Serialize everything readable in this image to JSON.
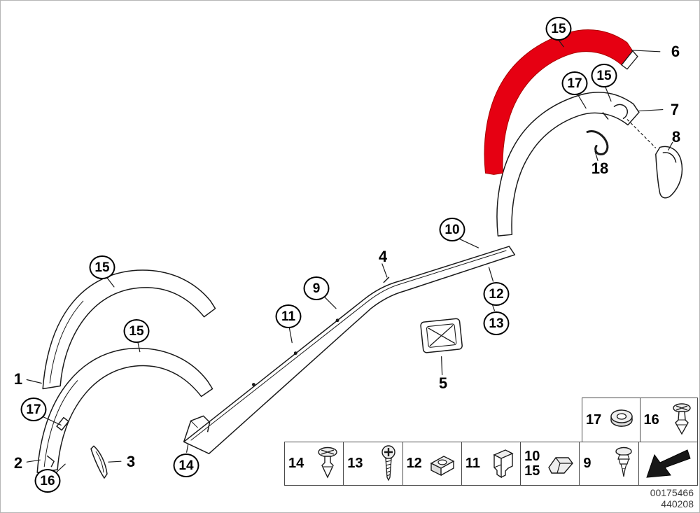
{
  "diagram": {
    "doc_number": "00175466",
    "sheet_number": "440208",
    "highlight_color": "#e60012",
    "line_color": "#1a1a1a"
  },
  "callouts": [
    {
      "label": "15",
      "shape": "circle"
    },
    {
      "label": "6",
      "shape": "plain"
    },
    {
      "label": "17",
      "shape": "circle"
    },
    {
      "label": "15",
      "shape": "circle"
    },
    {
      "label": "7",
      "shape": "plain"
    },
    {
      "label": "8",
      "shape": "plain"
    },
    {
      "label": "18",
      "shape": "plain"
    },
    {
      "label": "10",
      "shape": "circle"
    },
    {
      "label": "4",
      "shape": "plain"
    },
    {
      "label": "9",
      "shape": "circle"
    },
    {
      "label": "11",
      "shape": "circle"
    },
    {
      "label": "12",
      "shape": "circle"
    },
    {
      "label": "13",
      "shape": "circle"
    },
    {
      "label": "15",
      "shape": "circle"
    },
    {
      "label": "15",
      "shape": "circle"
    },
    {
      "label": "1",
      "shape": "plain"
    },
    {
      "label": "17",
      "shape": "circle"
    },
    {
      "label": "2",
      "shape": "plain"
    },
    {
      "label": "16",
      "shape": "circle"
    },
    {
      "label": "3",
      "shape": "plain"
    },
    {
      "label": "14",
      "shape": "circle"
    },
    {
      "label": "5",
      "shape": "plain"
    }
  ],
  "legend": {
    "top_row": [
      {
        "label": "17",
        "icon": "grommet-icon"
      },
      {
        "label": "16",
        "icon": "expanding-rivet-icon"
      }
    ],
    "bottom_row": [
      {
        "label": "14",
        "icon": "expanding-rivet-icon"
      },
      {
        "label": "13",
        "icon": "screw-icon"
      },
      {
        "label": "12",
        "icon": "speed-nut-icon"
      },
      {
        "label": "11",
        "icon": "expansion-nut-icon"
      },
      {
        "label": "10",
        "label2": "15",
        "icon": "clamp-icon"
      },
      {
        "label": "9",
        "icon": "expanding-rivet-icon"
      },
      {
        "icon": "direction-arrow-icon"
      }
    ]
  }
}
